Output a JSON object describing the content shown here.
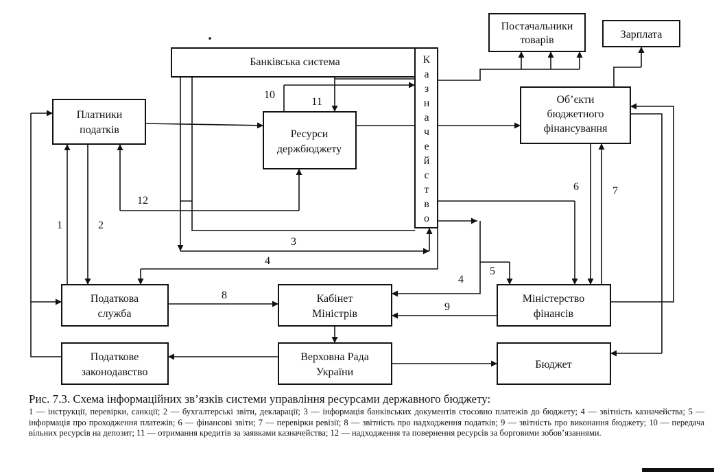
{
  "nodes": {
    "suppliers": [
      "Постачальники",
      "товарів"
    ],
    "salary": [
      "Зарплата"
    ],
    "banking_system": [
      "Банківська система"
    ],
    "treasury": [
      "К",
      "а",
      "з",
      "н",
      "а",
      "ч",
      "е",
      "й",
      "с",
      "т",
      "в",
      "о"
    ],
    "taxpayers": [
      "Платники",
      "податків"
    ],
    "budget_resources": [
      "Ресурси",
      "держбюджету"
    ],
    "budget_objects": [
      "Об’єкти",
      "бюджетного",
      "фінансування"
    ],
    "tax_service": [
      "Податкова",
      "служба"
    ],
    "cabinet": [
      "Кабінет",
      "Міністрів"
    ],
    "ministry_finance": [
      "Міністерство",
      "фінансів"
    ],
    "tax_legislation": [
      "Податкове",
      "законодавство"
    ],
    "verkhovna_rada": [
      "Верховна Рада",
      "України"
    ],
    "budget": [
      "Бюджет"
    ]
  },
  "flow_numbers": [
    "1",
    "2",
    "3",
    "4",
    "4",
    "5",
    "6",
    "7",
    "8",
    "9",
    "10",
    "11",
    "12"
  ],
  "caption": {
    "title": "Рис. 7.3. Схема інформаційних зв’язків системи управління ресурсами державного бюджету:",
    "legend": "1 — інструкції, перевірки, санкції; 2 — бухгалтерські звіти, декларації; 3 — інформація банківських документів стосовно платежів до бюджету; 4 — звітність казначейства; 5 — інформація про проходження платежів; 6 — фінансові звіти; 7 — перевірки ревізії; 8 — звітність про надходження податків; 9 — звітність про виконання бюджету; 10 — передача вільних ресурсів на депозит; 11 — отримання кредитів за заявками казначейства; 12 — надходження та повернення ресурсів за борговими зобов’язаннями."
  }
}
